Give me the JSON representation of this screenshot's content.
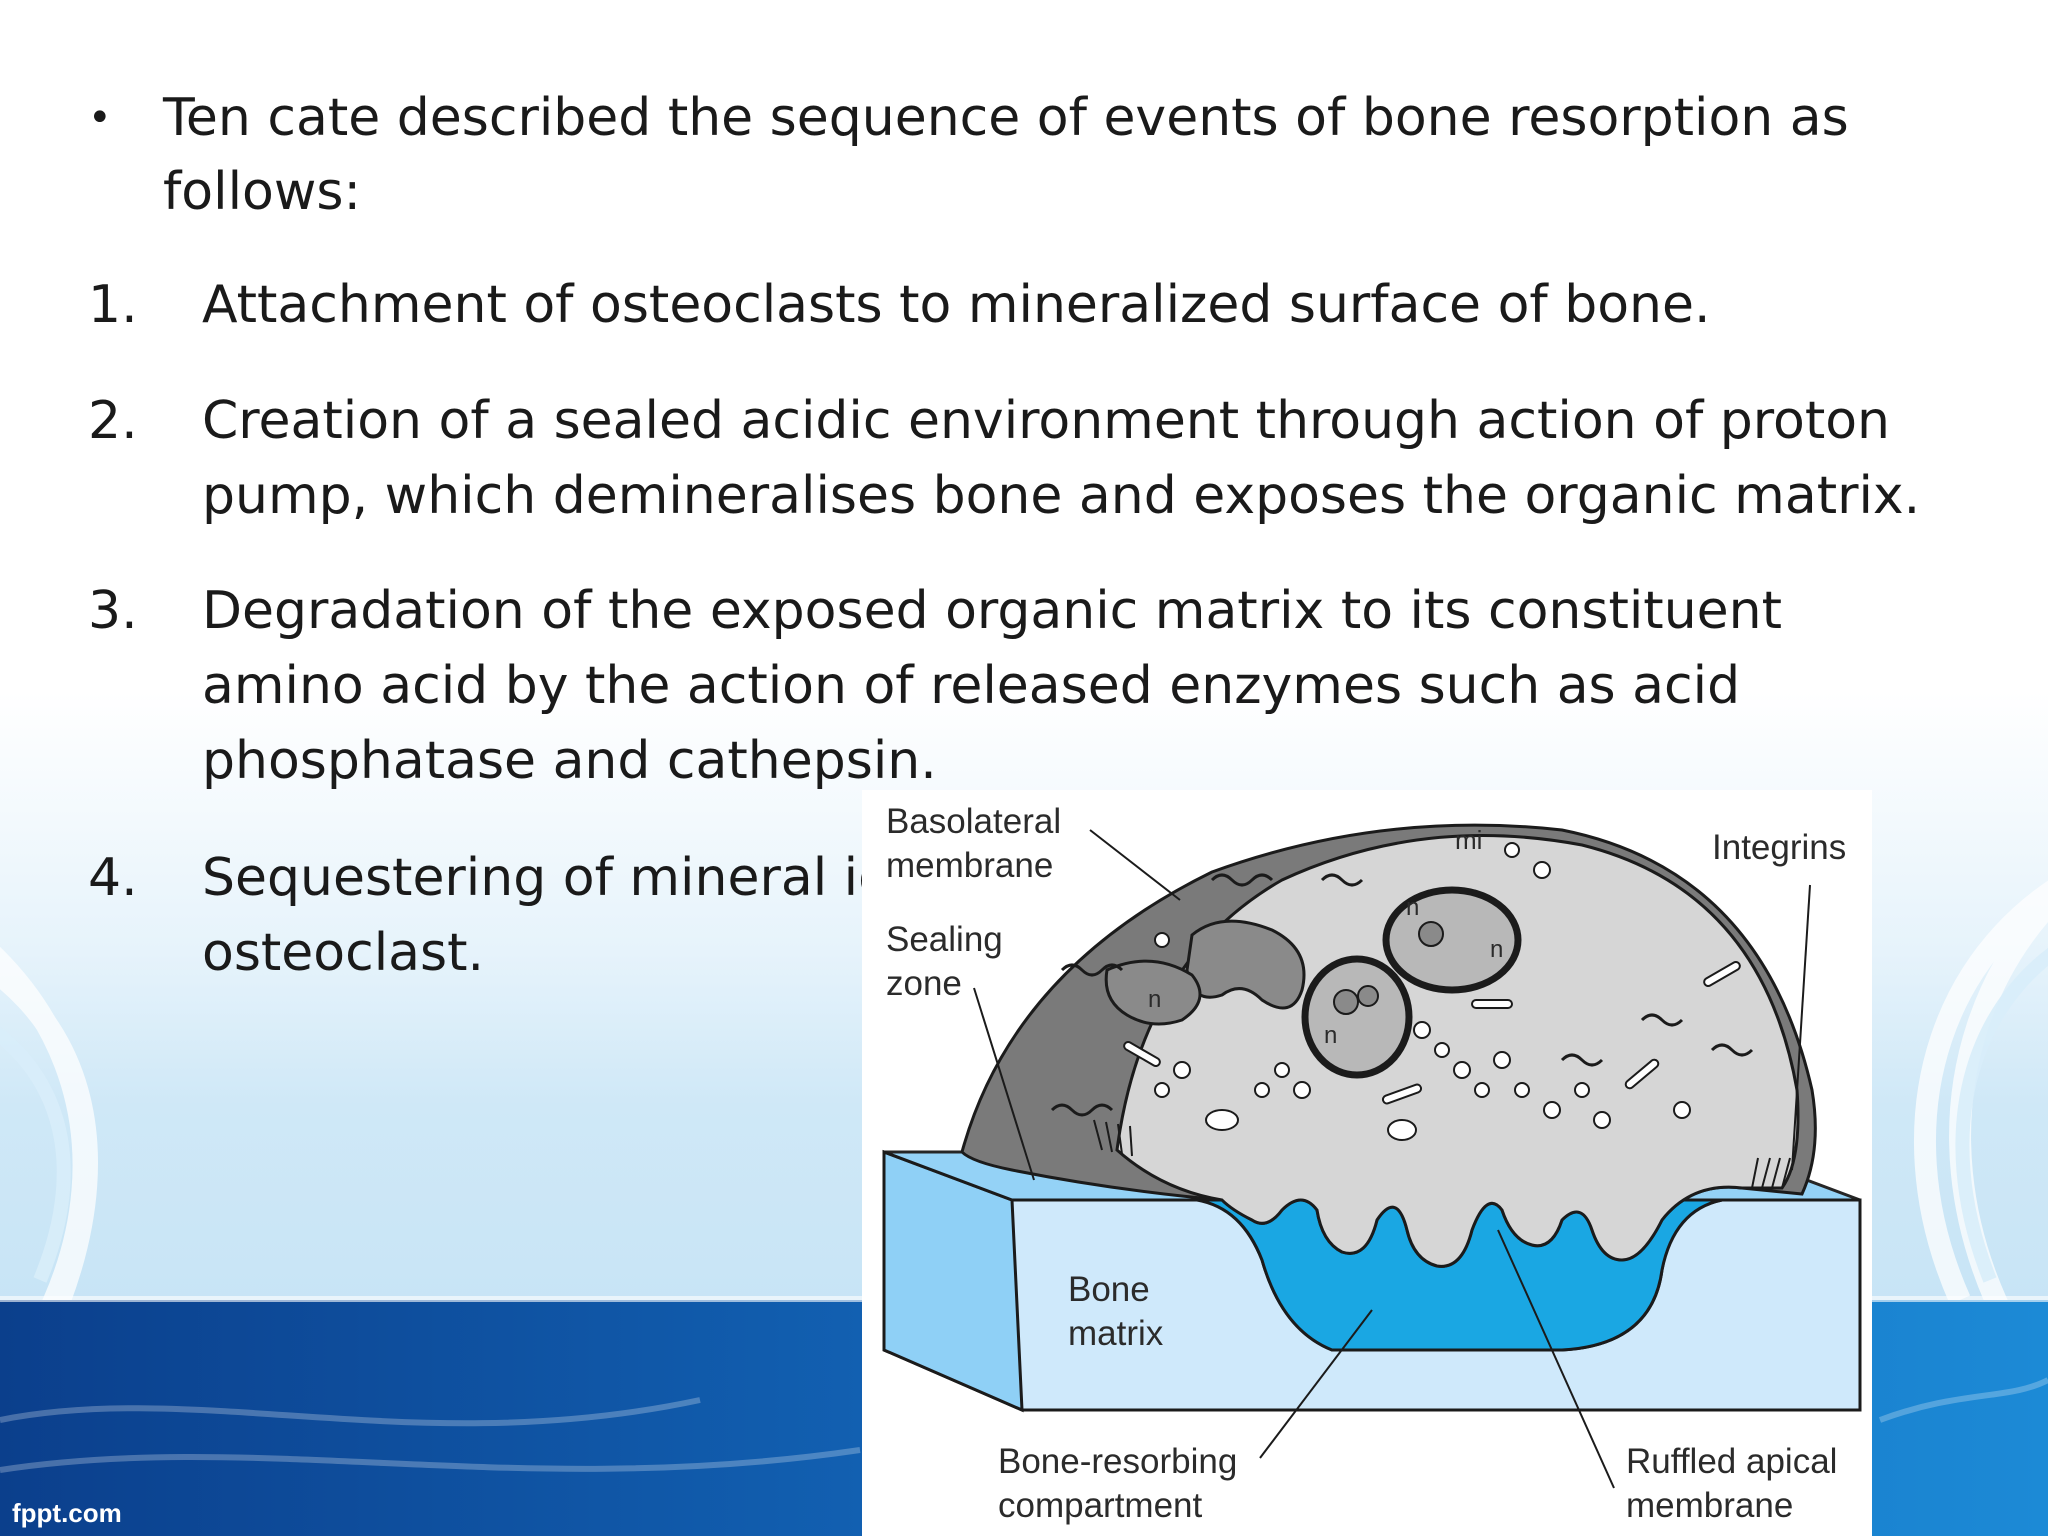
{
  "slide": {
    "intro_bullet": "•",
    "intro_line1": "Ten cate described the sequence of events of bone resorption as",
    "intro_line2": "follows:",
    "steps": [
      {
        "num": "1.",
        "lines": [
          "Attachment of osteoclasts to mineralized surface of bone."
        ]
      },
      {
        "num": "2.",
        "lines": [
          "Creation of a sealed acidic environment through action of proton",
          "pump, which demineralises bone and exposes the organic matrix."
        ]
      },
      {
        "num": "3.",
        "lines": [
          "Degradation of the exposed organic matrix to its constituent",
          "amino acid by the action of released enzymes such as acid",
          "phosphatase and cathepsin."
        ]
      },
      {
        "num": "4.",
        "lines": [
          "Sequestering of mineral io",
          "osteoclast."
        ]
      }
    ]
  },
  "figure": {
    "labels": {
      "basolateral_1": "Basolateral",
      "basolateral_2": "membrane",
      "sealing_1": "Sealing",
      "sealing_2": "zone",
      "integrins": "Integrins",
      "mi": "mi",
      "nucleus": "n",
      "bone_1": "Bone",
      "bone_2": "matrix",
      "compartment_1": "Bone-resorbing",
      "compartment_2": "compartment",
      "ruffled_1": "Ruffled apical",
      "ruffled_2": "membrane"
    }
  },
  "footer": {
    "brand": "fppt.com"
  },
  "colors": {
    "bone_light": "#cfe9fb",
    "bone_blue": "#8fd0f6",
    "fluid_blue": "#1aa7e3",
    "cell_grey": "#d6d6d6",
    "cell_dark": "#7a7a7a",
    "footer_blue": "#0a3c86"
  }
}
